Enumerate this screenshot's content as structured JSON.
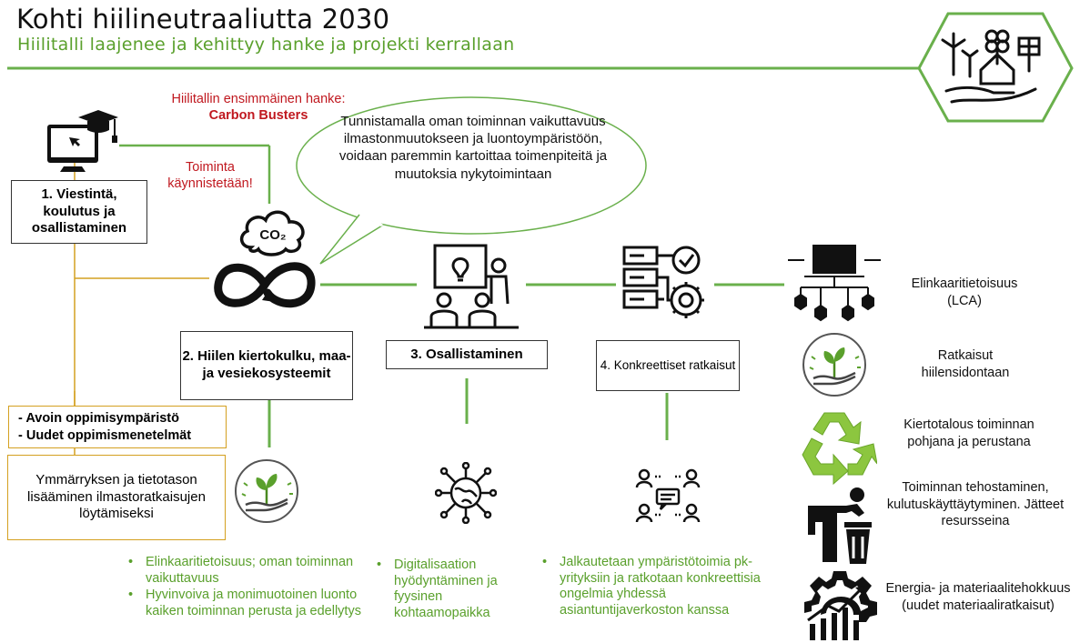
{
  "header": {
    "title": "Kohti hiilineutraaliutta 2030",
    "subtitle": "Hiilitalli laajenee ja kehittyy hanke ja projekti kerrallaan"
  },
  "first_project": {
    "line1": "Hiilitallin ensimmäinen hanke:",
    "name": "Carbon Busters",
    "started": "Toiminta käynnistetään!"
  },
  "bubble": {
    "text": "Tunnistamalla oman toiminnan vaikuttavuus ilmastonmuutokseen ja luontoympäristöön, voidaan paremmin kartoittaa toimenpiteitä ja muutoksia nykytoimintaan"
  },
  "steps": {
    "s1": "1. Viestintä, koulutus ja osallistaminen",
    "s2": "2. Hiilen kiertokulku, maa- ja vesiekosysteemit",
    "s3": "3. Osallistaminen",
    "s4": "4. Konkreettiset ratkaisut"
  },
  "learning": {
    "line1": "- Avoin oppimisympäristö",
    "line2": "- Uudet oppimismenetelmät"
  },
  "understanding": "Ymmärryksen ja tietotason lisääminen ilmastoratkaisujen löytämiseksi",
  "co2_label": "CO₂",
  "bullets": {
    "col2": [
      "Elinkaaritietoisuus; oman toiminnan vaikuttavuus",
      "Hyvinvoiva ja monimuotoinen luonto kaiken toiminnan perusta ja edellytys"
    ],
    "col3": [
      "Digitalisaation hyödyntäminen ja fyysinen kohtaamopaikka"
    ],
    "col4": [
      "Jalkautetaan ympäristötoimia pk-yrityksiin ja ratkotaan konkreettisia ongelmia yhdessä asiantuntijaverkoston kanssa"
    ]
  },
  "right_items": [
    {
      "label": "Elinkaaritietoisuus (LCA)",
      "icon": "network-computer-icon"
    },
    {
      "label": "Ratkaisut hiilensidontaan",
      "icon": "hand-sprout-icon"
    },
    {
      "label": "Kiertotalous toiminnan pohjana ja perustana",
      "icon": "recycle-leaves-icon"
    },
    {
      "label": "Toiminnan tehostaminen, kulutuskäyttäytyminen. Jätteet resursseina",
      "icon": "person-trash-icon"
    },
    {
      "label": "Energia- ja materiaalitehokkuus (uudet materiaaliratkaisut)",
      "icon": "gear-growth-chart-icon"
    }
  ],
  "colors": {
    "green": "#5aa02c",
    "red": "#c0181f",
    "gold": "#d4a020",
    "dark": "#111111"
  }
}
